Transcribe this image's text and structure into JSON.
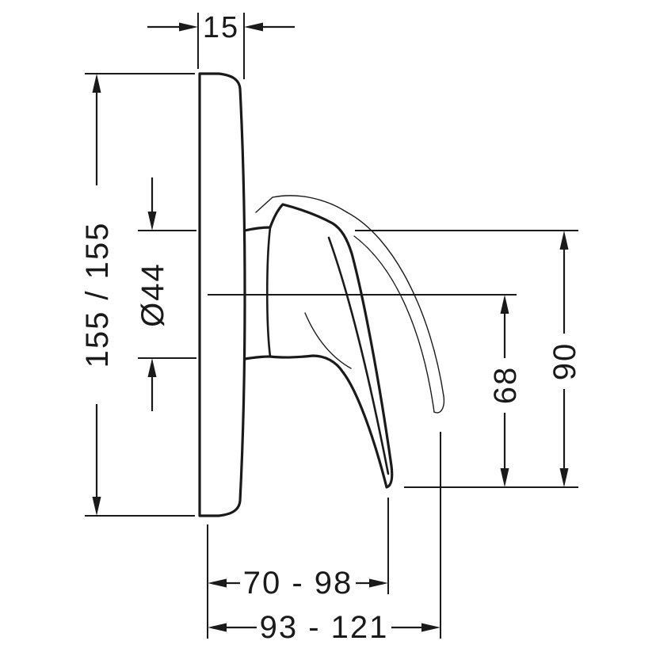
{
  "drawing": {
    "type": "technical-dimension-drawing",
    "line_color": "#1a1a1a",
    "background_color": "#ffffff",
    "dimensions": {
      "plate_thickness": "15",
      "plate_height": "155 / 155",
      "sleeve_diameter": "Ø44",
      "handle_span_total": "90",
      "handle_span_below_center": "68",
      "projection_range_inner": "70 - 98",
      "projection_range_outer": "93 - 121"
    }
  }
}
